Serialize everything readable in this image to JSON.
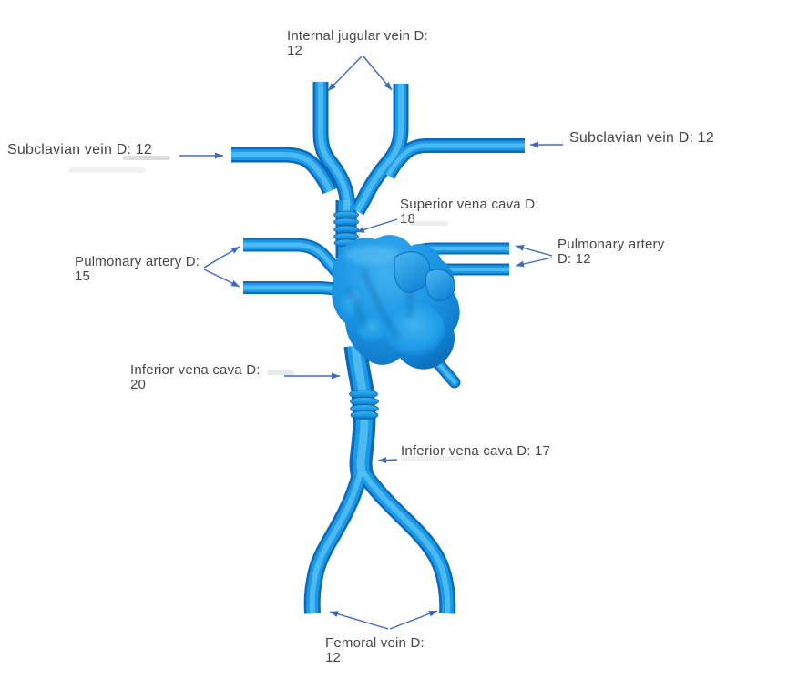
{
  "colors": {
    "background": "#ffffff",
    "model_main": "#1b98e6",
    "model_dark": "#0a69b8",
    "model_light": "#53bff3",
    "arrow": "#4168c0",
    "label_text": "#474747"
  },
  "labels": {
    "internal_jugular": {
      "line1": "Internal jugular vein D:",
      "line2": "12"
    },
    "subclavian_left": {
      "text": "Subclavian vein D: 12"
    },
    "subclavian_right": {
      "text": "Subclavian vein D: 12"
    },
    "superior_vena_cava": {
      "line1": "Superior vena cava D:",
      "line2": "18"
    },
    "pulmonary_artery_left": {
      "line1": "Pulmonary artery D:",
      "line2": "15"
    },
    "pulmonary_artery_right": {
      "line1": "Pulmonary artery",
      "line2": "D: 12"
    },
    "inferior_vena_cava_upper": {
      "line1": "Inferior vena cava D:",
      "line2": "20"
    },
    "inferior_vena_cava_lower": {
      "text": "Inferior vena cava D: 17"
    },
    "femoral_vein": {
      "line1": "Femoral vein D:",
      "line2": "12"
    }
  },
  "vessels": [
    {
      "vessel": "Internal jugular vein",
      "diameter": 12
    },
    {
      "vessel": "Subclavian vein (left)",
      "diameter": 12
    },
    {
      "vessel": "Subclavian vein (right)",
      "diameter": 12
    },
    {
      "vessel": "Superior vena cava",
      "diameter": 18
    },
    {
      "vessel": "Pulmonary artery (left)",
      "diameter": 15
    },
    {
      "vessel": "Pulmonary artery (right)",
      "diameter": 12
    },
    {
      "vessel": "Inferior vena cava (upper)",
      "diameter": 20
    },
    {
      "vessel": "Inferior vena cava (lower)",
      "diameter": 17
    },
    {
      "vessel": "Femoral vein",
      "diameter": 12
    }
  ]
}
